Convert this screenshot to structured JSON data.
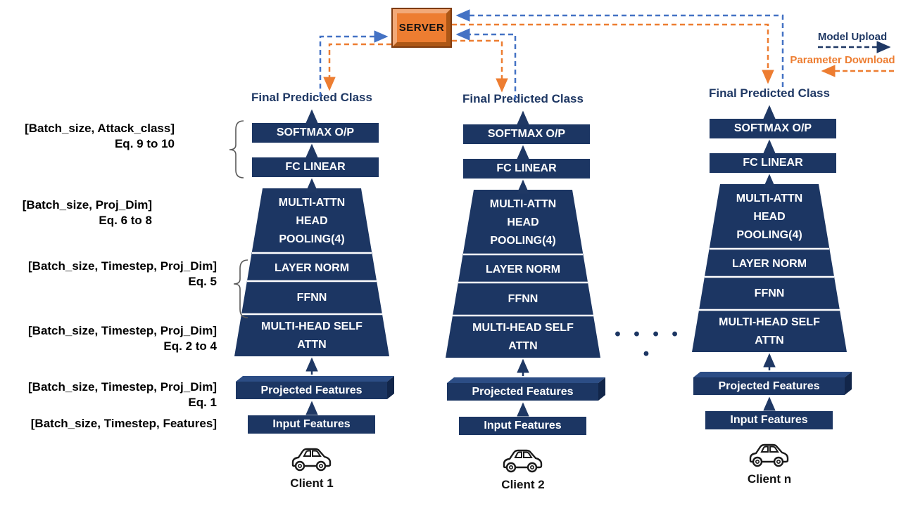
{
  "diagram": {
    "server_label": "SERVER",
    "final_label": "Final Predicted Class",
    "ellipsis": "• • • • •"
  },
  "legend": {
    "upload": "Model Upload",
    "download": "Parameter Download"
  },
  "layers": {
    "softmax": "SOFTMAX O/P",
    "fc_linear": "FC LINEAR",
    "pooling_l1": "MULTI-ATTN",
    "pooling_l2": "HEAD",
    "pooling_l3": "POOLING(4)",
    "layer_norm": "LAYER NORM",
    "ffnn": "FFNN",
    "mhsa_l1": "MULTI-HEAD SELF",
    "mhsa_l2": "ATTN",
    "projected": "Projected Features",
    "input": "Input Features"
  },
  "clients": [
    {
      "name": "Client 1"
    },
    {
      "name": "Client 2"
    },
    {
      "name": "Client n"
    }
  ],
  "annotations": [
    {
      "dims": "[Batch_size, Attack_class]",
      "eq": "Eq. 9 to 10"
    },
    {
      "dims": "[Batch_size, Proj_Dim]",
      "eq": "Eq. 6 to 8"
    },
    {
      "dims": "[Batch_size, Timestep, Proj_Dim]",
      "eq": "Eq. 5"
    },
    {
      "dims": "[Batch_size, Timestep, Proj_Dim]",
      "eq": "Eq. 2 to 4"
    },
    {
      "dims": "[Batch_size, Timestep, Proj_Dim]",
      "eq": "Eq. 1"
    },
    {
      "dims": "[Batch_size, Timestep, Features]",
      "eq": ""
    }
  ],
  "colors": {
    "navy_box": "#1C3663",
    "navy_text": "#1F3864",
    "upload_dash_blue": "#4472C4",
    "download_orange": "#ED7D31",
    "server_fill": "#ED7D31",
    "server_border": "#7e3b10"
  }
}
